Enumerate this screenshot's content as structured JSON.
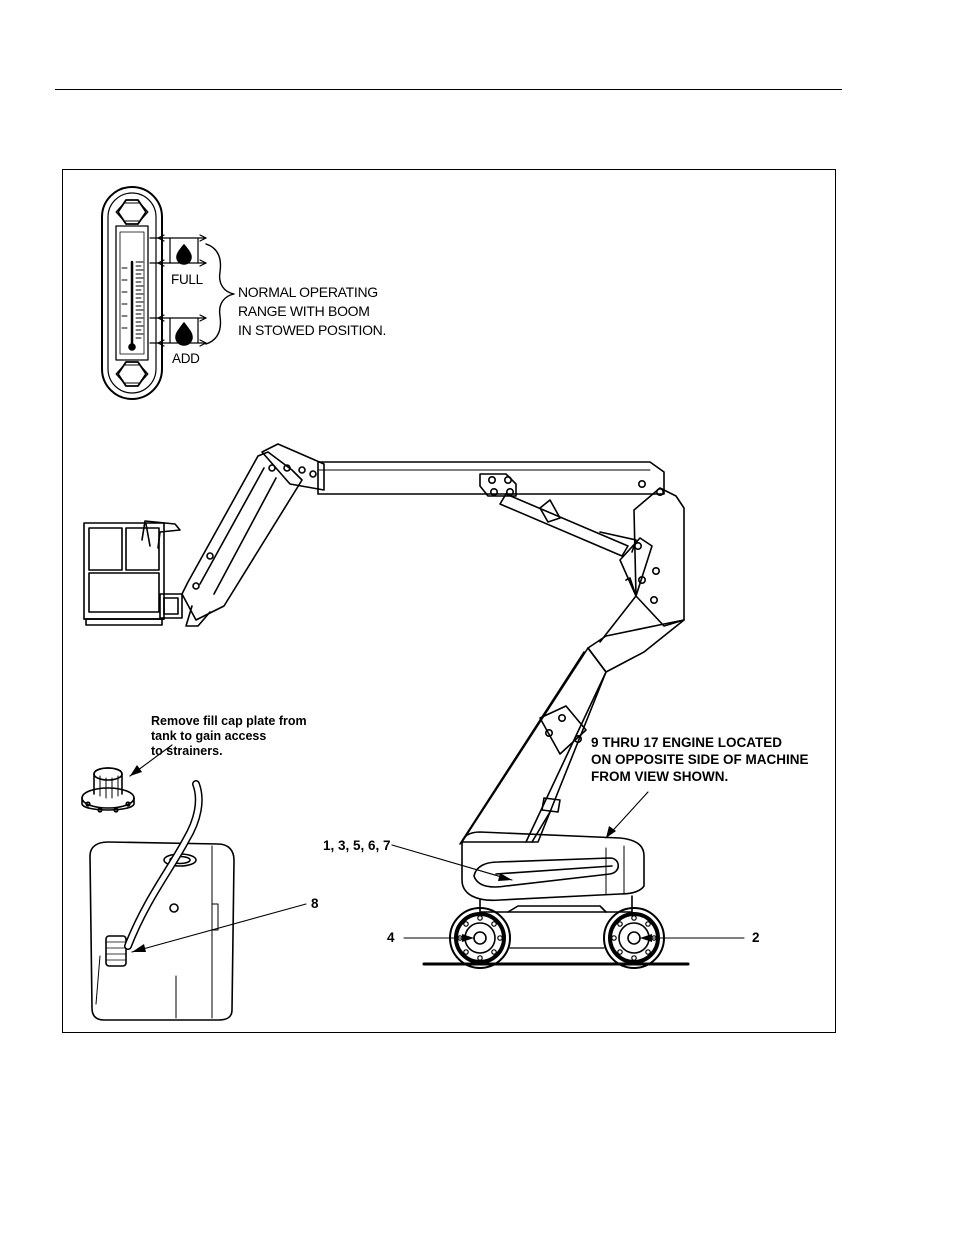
{
  "gauge": {
    "full_label": "FULL",
    "add_label": "ADD",
    "range_note": [
      "NORMAL OPERATING",
      "RANGE WITH BOOM",
      "IN STOWED POSITION."
    ]
  },
  "callouts": {
    "fill_cap_note": [
      "Remove fill cap plate from",
      "tank to gain access",
      "to strainers."
    ],
    "engine_note": [
      "9 THRU 17 ENGINE LOCATED",
      "ON OPPOSITE SIDE OF MACHINE",
      "FROM VIEW SHOWN."
    ],
    "turntable_items": "1, 3, 5, 6, 7",
    "strainer_item": "8",
    "front_wheel_item": "4",
    "rear_wheel_item": "2"
  }
}
